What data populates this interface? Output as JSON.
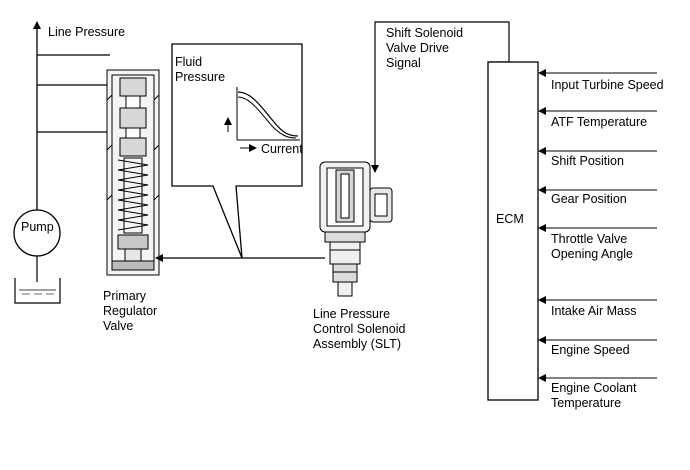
{
  "labels": {
    "line_pressure": "Line Pressure",
    "pump": "Pump",
    "fluid_pressure": "Fluid\nPressure",
    "current": "Current",
    "primary_regulator_valve": "Primary\nRegulator\nValve",
    "slt": "Line Pressure\nControl Solenoid\nAssembly (SLT)",
    "shift_solenoid_signal": "Shift Solenoid\nValve Drive\nSignal",
    "ecm": "ECM"
  },
  "ecm_inputs": [
    "Input Turbine Speed",
    "ATF Temperature",
    "Shift Position",
    "Gear Position",
    "Throttle Valve\nOpening Angle",
    "Intake Air Mass",
    "Engine Speed",
    "Engine Coolant\nTemperature"
  ]
}
